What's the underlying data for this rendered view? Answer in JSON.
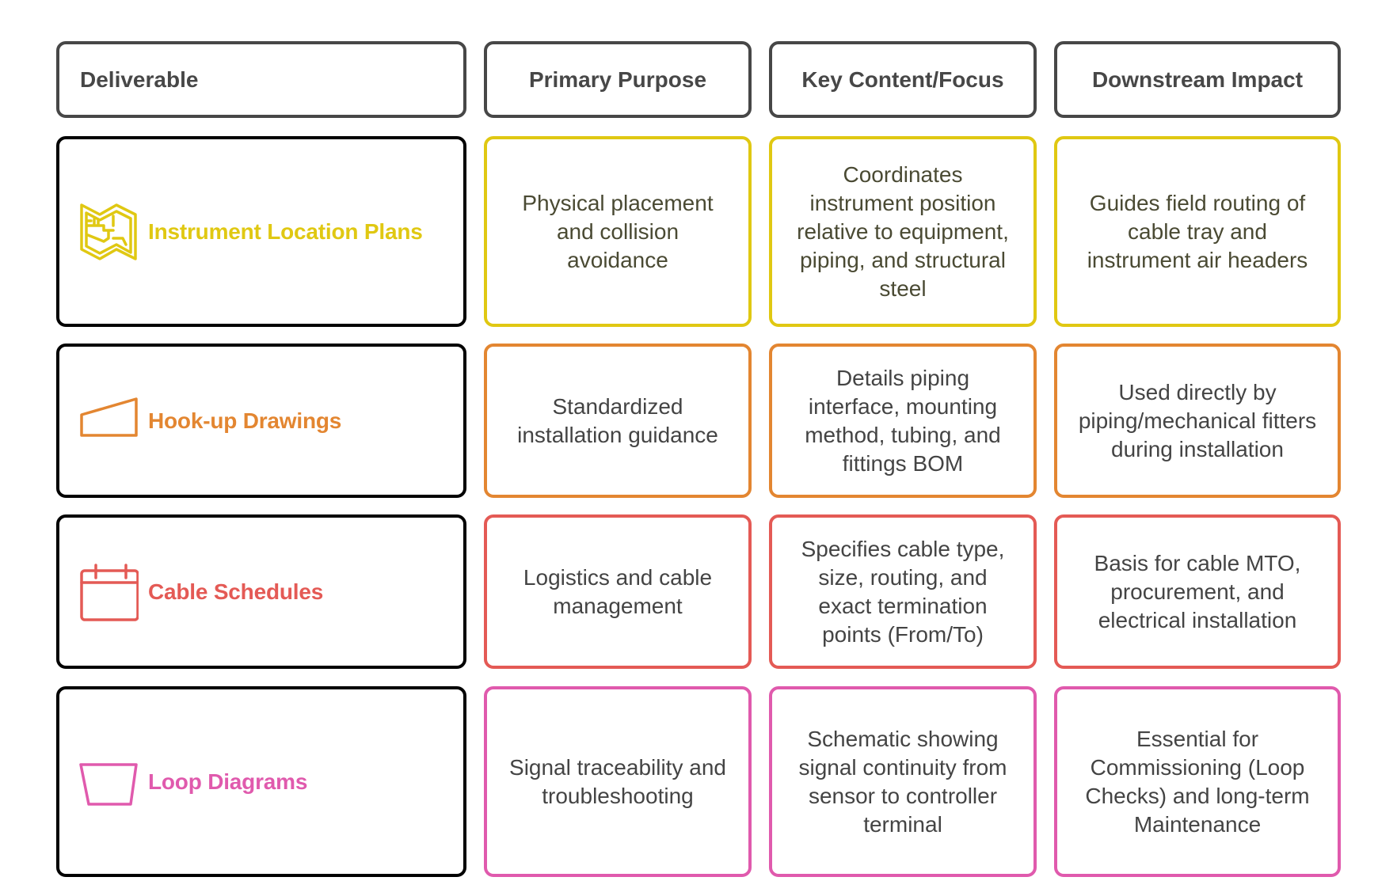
{
  "headers": {
    "deliverable": "Deliverable",
    "purpose": "Primary Purpose",
    "content": "Key Content/Focus",
    "impact": "Downstream Impact"
  },
  "rows": [
    {
      "deliverable": "Instrument Location Plans",
      "icon": "map-icon",
      "color": "#e0c812",
      "text_color": "#4a4a33",
      "purpose": "Physical placement and collision avoidance",
      "content": "Coordinates instrument position relative to equipment, piping, and structural steel",
      "impact": "Guides field routing of cable tray and instrument air headers"
    },
    {
      "deliverable": "Hook-up Drawings",
      "icon": "trapezoid-icon",
      "color": "#e38631",
      "text_color": "#444444",
      "purpose": "Standardized installation guidance",
      "content": "Details piping interface, mounting method, tubing, and fittings BOM",
      "impact": "Used directly by piping/mechanical fitters during installation"
    },
    {
      "deliverable": "Cable Schedules",
      "icon": "calendar-icon",
      "color": "#e45a55",
      "text_color": "#444444",
      "purpose": "Logistics and cable management",
      "content": "Specifies cable type, size, routing, and exact termination points (From/To)",
      "impact": "Basis for cable MTO, procurement, and electrical installation"
    },
    {
      "deliverable": "Loop Diagrams",
      "icon": "bucket-icon",
      "color": "#e05aad",
      "text_color": "#444444",
      "purpose": "Signal traceability and troubleshooting",
      "content": "Schematic showing signal continuity from sensor to controller terminal",
      "impact": "Essential for Commissioning (Loop Checks) and long-term Maintenance"
    }
  ]
}
